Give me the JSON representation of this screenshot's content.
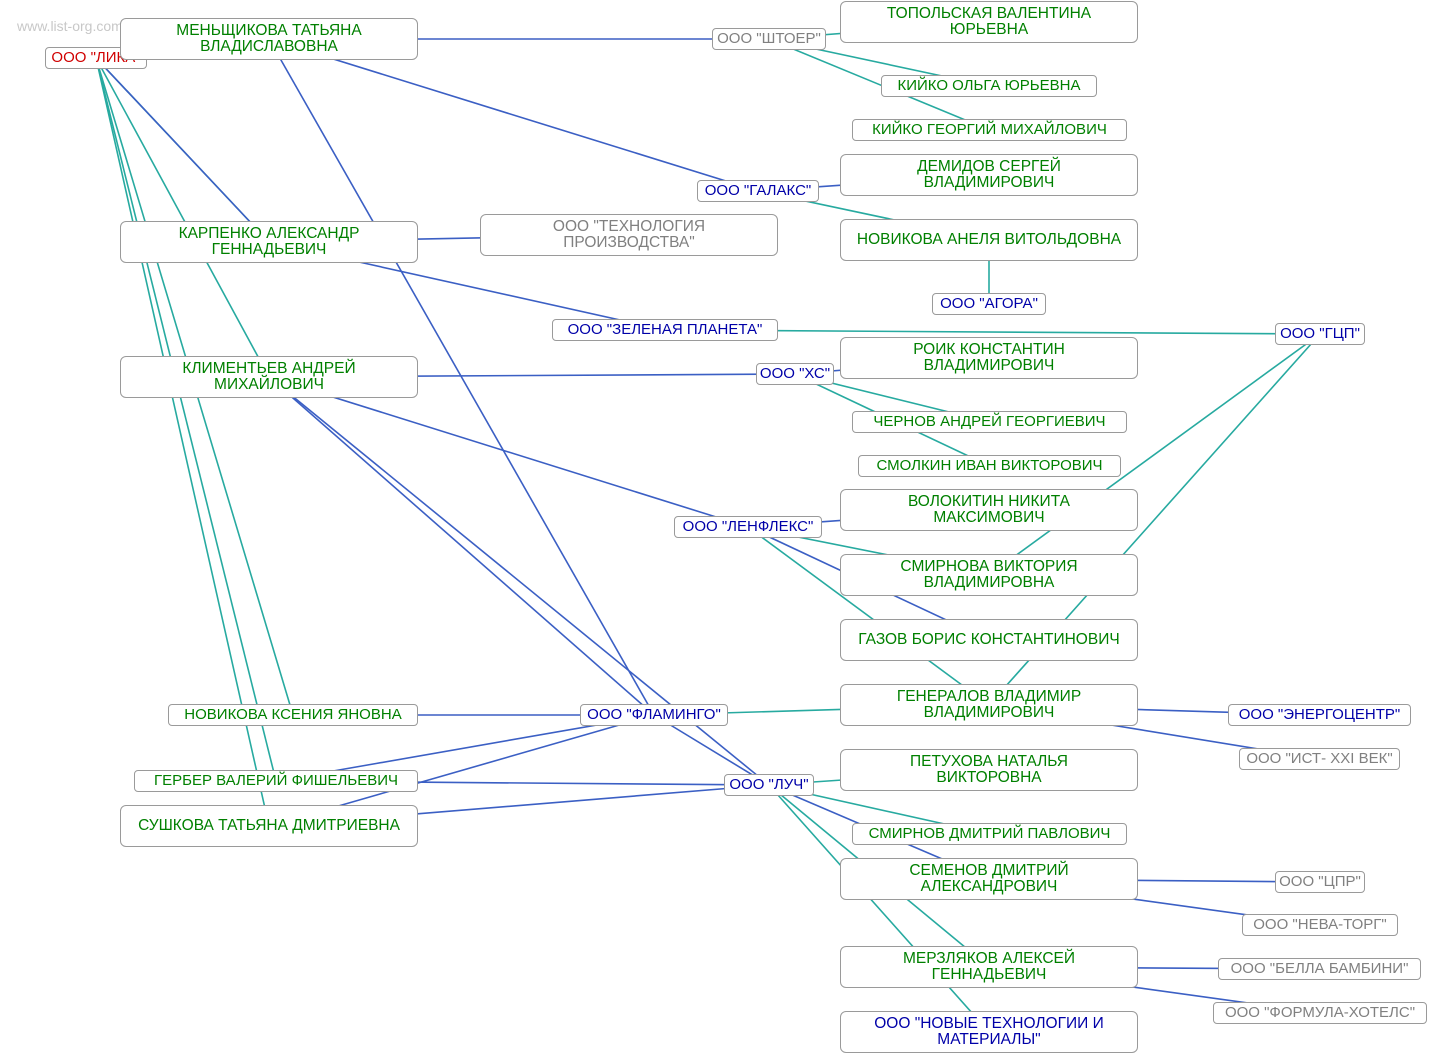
{
  "watermark": "www.list-org.com",
  "colors": {
    "person": "#008000",
    "company_active": "#0000a8",
    "company_inactive": "#808080",
    "root": "#d00000",
    "edge_founder": "#27aaa0",
    "edge_director": "#3b5fc4"
  },
  "nodes": [
    {
      "id": "lika",
      "label": "ООО \"ЛИКА\"",
      "kind": "root"
    },
    {
      "id": "menshikova",
      "label": "МЕНЬЩИКОВА ТАТЬЯНА\nВЛАДИСЛАВОВНА",
      "kind": "person"
    },
    {
      "id": "karpenko",
      "label": "КАРПЕНКО АЛЕКСАНДР\nГЕННАДЬЕВИЧ",
      "kind": "person"
    },
    {
      "id": "klimentev",
      "label": "КЛИМЕНТЬЕВ АНДРЕЙ\nМИХАЙЛОВИЧ",
      "kind": "person"
    },
    {
      "id": "novikova_k",
      "label": "НОВИКОВА КСЕНИЯ ЯНОВНА",
      "kind": "person"
    },
    {
      "id": "gerber",
      "label": "ГЕРБЕР ВАЛЕРИЙ ФИШЕЛЬЕВИЧ",
      "kind": "person"
    },
    {
      "id": "sushkova",
      "label": "СУШКОВА ТАТЬЯНА ДМИТРИЕВНА",
      "kind": "person"
    },
    {
      "id": "tehnologia",
      "label": "ООО \"ТЕХНОЛОГИЯ\nПРОИЗВОДСТВА\"",
      "kind": "company_inactive"
    },
    {
      "id": "shtoer",
      "label": "ООО \"ШТОЕР\"",
      "kind": "company_inactive"
    },
    {
      "id": "galaks",
      "label": "ООО \"ГАЛАКС\"",
      "kind": "company_active"
    },
    {
      "id": "zelenaya",
      "label": "ООО \"ЗЕЛЕНАЯ ПЛАНЕТА\"",
      "kind": "company_active"
    },
    {
      "id": "hs",
      "label": "ООО \"ХС\"",
      "kind": "company_active"
    },
    {
      "id": "lenfleks",
      "label": "ООО \"ЛЕНФЛЕКС\"",
      "kind": "company_active"
    },
    {
      "id": "flamingo",
      "label": "ООО \"ФЛАМИНГО\"",
      "kind": "company_active"
    },
    {
      "id": "luch",
      "label": "ООО \"ЛУЧ\"",
      "kind": "company_active"
    },
    {
      "id": "topolskaya",
      "label": "ТОПОЛЬСКАЯ ВАЛЕНТИНА\nЮРЬЕВНА",
      "kind": "person"
    },
    {
      "id": "kiyko_o",
      "label": "КИЙКО ОЛЬГА ЮРЬЕВНА",
      "kind": "person"
    },
    {
      "id": "kiyko_g",
      "label": "КИЙКО ГЕОРГИЙ МИХАЙЛОВИЧ",
      "kind": "person"
    },
    {
      "id": "demidov",
      "label": "ДЕМИДОВ СЕРГЕЙ\nВЛАДИМИРОВИЧ",
      "kind": "person"
    },
    {
      "id": "novikova_a",
      "label": "НОВИКОВА АНЕЛЯ ВИТОЛЬДОВНА",
      "kind": "person"
    },
    {
      "id": "agora",
      "label": "ООО \"АГОРА\"",
      "kind": "company_active"
    },
    {
      "id": "gcp",
      "label": "ООО \"ГЦП\"",
      "kind": "company_active"
    },
    {
      "id": "roik",
      "label": "РОИК КОНСТАНТИН\nВЛАДИМИРОВИЧ",
      "kind": "person"
    },
    {
      "id": "chernov",
      "label": "ЧЕРНОВ АНДРЕЙ ГЕОРГИЕВИЧ",
      "kind": "person"
    },
    {
      "id": "smolkin",
      "label": "СМОЛКИН ИВАН ВИКТОРОВИЧ",
      "kind": "person"
    },
    {
      "id": "volokitin",
      "label": "ВОЛОКИТИН НИКИТА\nМАКСИМОВИЧ",
      "kind": "person"
    },
    {
      "id": "smirnova_v",
      "label": "СМИРНОВА ВИКТОРИЯ\nВЛАДИМИРОВНА",
      "kind": "person"
    },
    {
      "id": "gazov",
      "label": "ГАЗОВ БОРИС КОНСТАНТИНОВИЧ",
      "kind": "person"
    },
    {
      "id": "generalov",
      "label": "ГЕНЕРАЛОВ ВЛАДИМИР\nВЛАДИМИРОВИЧ",
      "kind": "person"
    },
    {
      "id": "petuhova",
      "label": "ПЕТУХОВА НАТАЛЬЯ\nВИКТОРОВНА",
      "kind": "person"
    },
    {
      "id": "smirnov_d",
      "label": "СМИРНОВ ДМИТРИЙ ПАВЛОВИЧ",
      "kind": "person"
    },
    {
      "id": "semenov",
      "label": "СЕМЕНОВ ДМИТРИЙ\nАЛЕКСАНДРОВИЧ",
      "kind": "person"
    },
    {
      "id": "merzlyakov",
      "label": "МЕРЗЛЯКОВ АЛЕКСЕЙ\nГЕННАДЬЕВИЧ",
      "kind": "person"
    },
    {
      "id": "novye_teh",
      "label": "ООО \"НОВЫЕ ТЕХНОЛОГИИ И\nМАТЕРИАЛЫ\"",
      "kind": "company_active"
    },
    {
      "id": "energocentr",
      "label": "ООО \"ЭНЕРГОЦЕНТР\"",
      "kind": "company_active"
    },
    {
      "id": "ist",
      "label": "ООО \"ИСТ- XXI ВЕК\"",
      "kind": "company_inactive"
    },
    {
      "id": "cpr",
      "label": "ООО \"ЦПР\"",
      "kind": "company_inactive"
    },
    {
      "id": "neva",
      "label": "ООО \"НЕВА-ТОРГ\"",
      "kind": "company_inactive"
    },
    {
      "id": "bella",
      "label": "ООО \"БЕЛЛА БАМБИНИ\"",
      "kind": "company_inactive"
    },
    {
      "id": "formula",
      "label": "ООО \"ФОРМУЛА-ХОТЕЛС\"",
      "kind": "company_inactive"
    }
  ],
  "edges": [
    {
      "from": "lika",
      "to": "karpenko",
      "role": "founder"
    },
    {
      "from": "lika",
      "to": "klimentev",
      "role": "founder"
    },
    {
      "from": "lika",
      "to": "novikova_k",
      "role": "founder"
    },
    {
      "from": "lika",
      "to": "gerber",
      "role": "founder"
    },
    {
      "from": "lika",
      "to": "sushkova",
      "role": "founder"
    },
    {
      "from": "lika",
      "to": "menshikova",
      "role": "director"
    },
    {
      "from": "lika",
      "to": "karpenko",
      "role": "director"
    },
    {
      "from": "menshikova",
      "to": "shtoer",
      "role": "director"
    },
    {
      "from": "menshikova",
      "to": "galaks",
      "role": "director"
    },
    {
      "from": "menshikova",
      "to": "flamingo",
      "role": "director"
    },
    {
      "from": "karpenko",
      "to": "tehnologia",
      "role": "director"
    },
    {
      "from": "karpenko",
      "to": "zelenaya",
      "role": "director"
    },
    {
      "from": "klimentev",
      "to": "hs",
      "role": "director"
    },
    {
      "from": "klimentev",
      "to": "lenfleks",
      "role": "director"
    },
    {
      "from": "klimentev",
      "to": "flamingo",
      "role": "director"
    },
    {
      "from": "klimentev",
      "to": "luch",
      "role": "director"
    },
    {
      "from": "novikova_k",
      "to": "flamingo",
      "role": "director"
    },
    {
      "from": "gerber",
      "to": "flamingo",
      "role": "director"
    },
    {
      "from": "gerber",
      "to": "luch",
      "role": "director"
    },
    {
      "from": "sushkova",
      "to": "flamingo",
      "role": "director"
    },
    {
      "from": "sushkova",
      "to": "luch",
      "role": "director"
    },
    {
      "from": "shtoer",
      "to": "topolskaya",
      "role": "founder"
    },
    {
      "from": "shtoer",
      "to": "kiyko_o",
      "role": "founder"
    },
    {
      "from": "shtoer",
      "to": "kiyko_g",
      "role": "founder"
    },
    {
      "from": "galaks",
      "to": "demidov",
      "role": "director"
    },
    {
      "from": "galaks",
      "to": "novikova_a",
      "role": "founder"
    },
    {
      "from": "novikova_a",
      "to": "agora",
      "role": "founder"
    },
    {
      "from": "zelenaya",
      "to": "gcp",
      "role": "founder"
    },
    {
      "from": "gcp",
      "to": "smirnova_v",
      "role": "founder"
    },
    {
      "from": "gcp",
      "to": "generalov",
      "role": "founder"
    },
    {
      "from": "hs",
      "to": "roik",
      "role": "director"
    },
    {
      "from": "hs",
      "to": "chernov",
      "role": "founder"
    },
    {
      "from": "hs",
      "to": "smolkin",
      "role": "founder"
    },
    {
      "from": "lenfleks",
      "to": "volokitin",
      "role": "director"
    },
    {
      "from": "lenfleks",
      "to": "smirnova_v",
      "role": "founder"
    },
    {
      "from": "lenfleks",
      "to": "gazov",
      "role": "director"
    },
    {
      "from": "lenfleks",
      "to": "generalov",
      "role": "founder"
    },
    {
      "from": "flamingo",
      "to": "generalov",
      "role": "founder"
    },
    {
      "from": "flamingo",
      "to": "luch",
      "role": "director"
    },
    {
      "from": "luch",
      "to": "petuhova",
      "role": "founder"
    },
    {
      "from": "luch",
      "to": "smirnov_d",
      "role": "founder"
    },
    {
      "from": "luch",
      "to": "semenov",
      "role": "director"
    },
    {
      "from": "luch",
      "to": "merzlyakov",
      "role": "founder"
    },
    {
      "from": "luch",
      "to": "novye_teh",
      "role": "founder"
    },
    {
      "from": "generalov",
      "to": "energocentr",
      "role": "director"
    },
    {
      "from": "generalov",
      "to": "ist",
      "role": "director"
    },
    {
      "from": "semenov",
      "to": "cpr",
      "role": "director"
    },
    {
      "from": "semenov",
      "to": "neva",
      "role": "director"
    },
    {
      "from": "merzlyakov",
      "to": "bella",
      "role": "director"
    },
    {
      "from": "merzlyakov",
      "to": "formula",
      "role": "director"
    }
  ]
}
